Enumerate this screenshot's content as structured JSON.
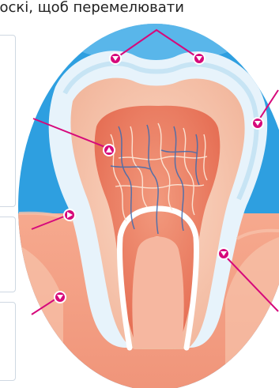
{
  "header": {
    "text": "лоскі, щоб перемелювати"
  },
  "diagram": {
    "colors": {
      "background_oval": "#2E9FE0",
      "enamel": "#DCEEF8",
      "dentin": "#F6C7AF",
      "pulp": "#E9785E",
      "gum": "#F4A489",
      "bone": "#F8DCCB",
      "pointer_line": "#D6097B",
      "marker_fill": "#D6097B"
    },
    "structures": [
      "enamel",
      "dentin",
      "pulp",
      "gum",
      "root",
      "nerves",
      "blood-vessels"
    ]
  }
}
